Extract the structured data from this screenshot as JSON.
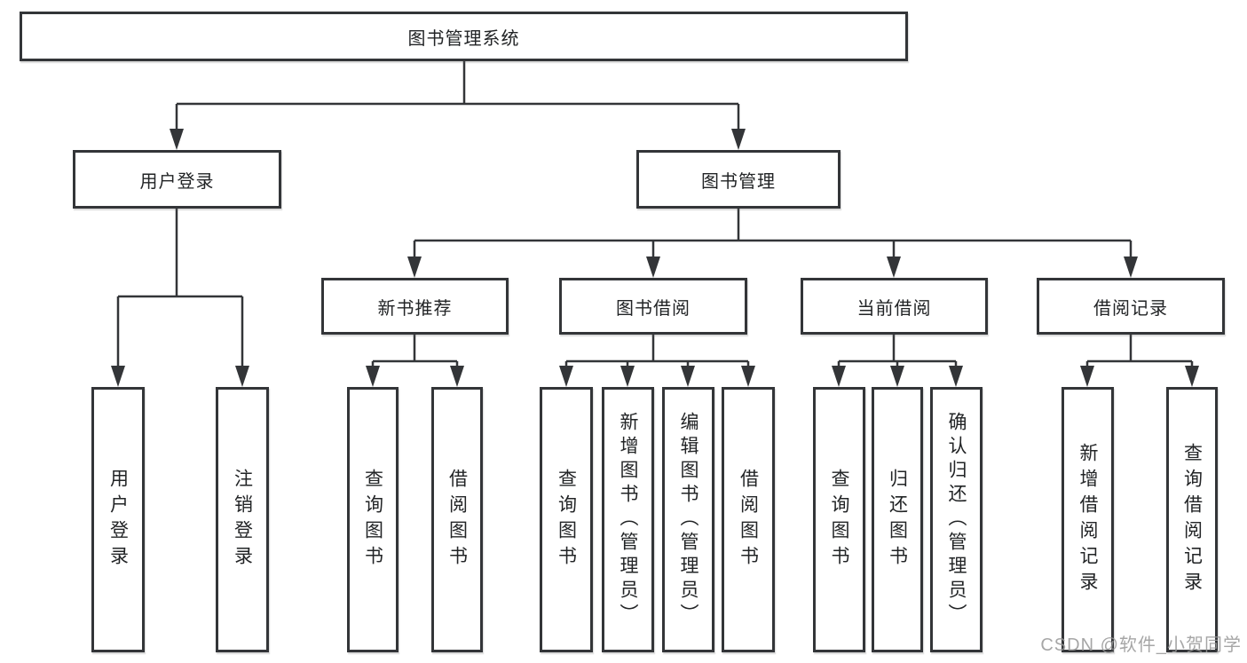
{
  "tree": {
    "root": {
      "label": "图书管理系统"
    },
    "branches": [
      {
        "label": "用户登录",
        "children": [
          {
            "label": "用户登录"
          },
          {
            "label": "注销登录"
          }
        ]
      },
      {
        "label": "图书管理",
        "children": [
          {
            "label": "新书推荐",
            "children": [
              {
                "label": "查询图书"
              },
              {
                "label": "借阅图书"
              }
            ]
          },
          {
            "label": "图书借阅",
            "children": [
              {
                "label": "查询图书"
              },
              {
                "label": "新增图书（管理员）"
              },
              {
                "label": "编辑图书（管理员）"
              },
              {
                "label": "借阅图书"
              }
            ]
          },
          {
            "label": "当前借阅",
            "children": [
              {
                "label": "查询图书"
              },
              {
                "label": "归还图书"
              },
              {
                "label": "确认归还（管理员）"
              }
            ]
          },
          {
            "label": "借阅记录",
            "children": [
              {
                "label": "新增借阅记录"
              },
              {
                "label": "查询借阅记录"
              }
            ]
          }
        ]
      }
    ]
  },
  "watermark": "CSDN @软件_小贺同学",
  "colors": {
    "line": "#333538",
    "box_border": "#333538",
    "text": "#222426",
    "watermark": "#969696",
    "background": "#ffffff"
  }
}
